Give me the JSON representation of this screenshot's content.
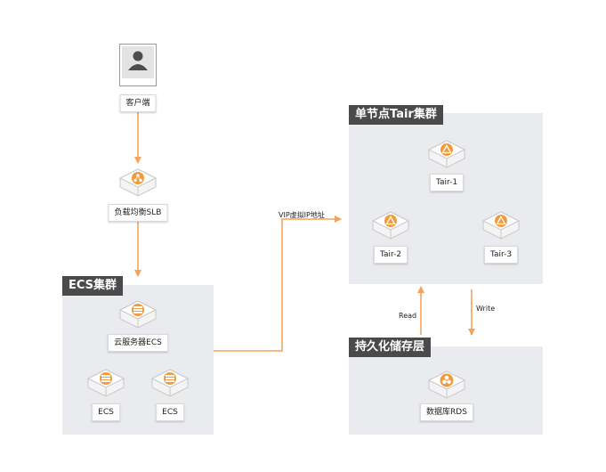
{
  "client": {
    "label": "客户端"
  },
  "slb": {
    "label": "负载均衡SLB"
  },
  "ecs_group": {
    "title": "ECS集群",
    "nodes": [
      {
        "label": "云服务器ECS"
      },
      {
        "label": "ECS"
      },
      {
        "label": "ECS"
      }
    ]
  },
  "tair_group": {
    "title": "单节点Tair集群",
    "nodes": [
      {
        "label": "Tair-1"
      },
      {
        "label": "Tair-2"
      },
      {
        "label": "Tair-3"
      }
    ]
  },
  "storage_group": {
    "title": "持久化储存层",
    "node": {
      "label": "数据库RDS"
    }
  },
  "edges": {
    "vip_label": "VIP虚拟IP地址",
    "read_label": "Read",
    "write_label": "Write"
  },
  "colors": {
    "accent": "#f5a35c",
    "panel": "#e9ebee",
    "title_bg": "#4a4a4a",
    "icon_orange": "#f39a3c"
  }
}
